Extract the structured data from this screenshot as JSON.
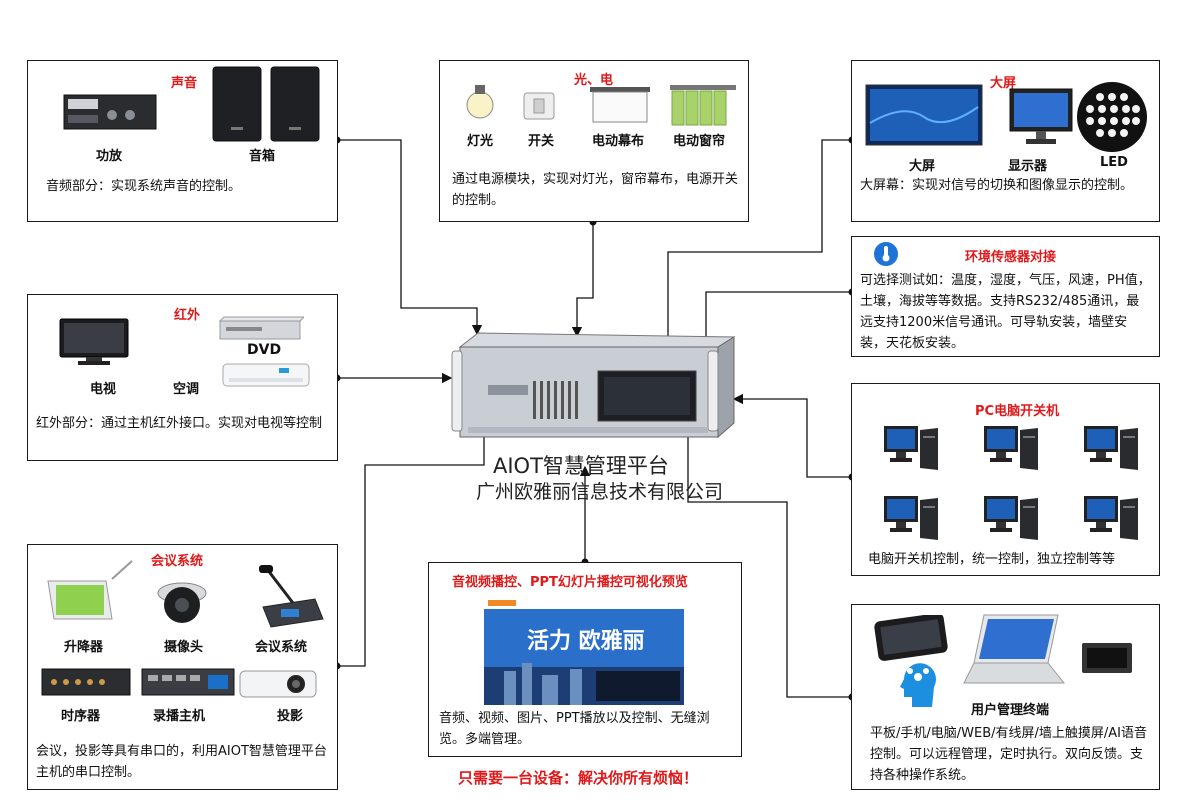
{
  "center": {
    "title": "AIOT智慧管理平台",
    "company": "广州欧雅丽信息技术有限公司"
  },
  "panels": {
    "sound": {
      "title": "声音",
      "labels": [
        "功放",
        "音箱"
      ],
      "desc": "音频部分：实现系统声音的控制。"
    },
    "light": {
      "title": "光、电",
      "labels": [
        "灯光",
        "开关",
        "电动幕布",
        "电动窗帘"
      ],
      "desc": "通过电源模块，实现对灯光，窗帘幕布，电源开关的控制。"
    },
    "screen": {
      "title": "大屏",
      "labels": [
        "大屏",
        "显示器",
        "LED"
      ],
      "desc": "大屏幕：实现对信号的切换和图像显示的控制。"
    },
    "sensor": {
      "title": "环境传感器对接",
      "desc": "可选择测试如：温度，湿度，气压，风速，PH值，土壤，海拔等等数据。支持RS232/485通讯，最远支持1200米信号通讯。可导轨安装，墙壁安装，天花板安装。"
    },
    "ir": {
      "title": "红外",
      "labels": [
        "电视",
        "DVD",
        "空调"
      ],
      "desc": "红外部分：通过主机红外接口。实现对电视等控制"
    },
    "pc": {
      "title": "PC电脑开关机",
      "desc": "电脑开关机控制，统一控制，独立控制等等"
    },
    "meeting": {
      "title": "会议系统",
      "labels": [
        "升降器",
        "摄像头",
        "会议系统",
        "时序器",
        "录播主机",
        "投影"
      ],
      "desc": "会议，投影等具有串口的，利用AIOT智慧管理平台主机的串口控制。"
    },
    "media": {
      "title": "音视频播控、PPT幻灯片播控可视化预览",
      "desc": "音频、视频、图片、PPT播放以及控制、无缝浏览。多端管理。",
      "preview_text": "活力 欧雅丽"
    },
    "terminal": {
      "title": "用户管理终端",
      "desc": "平板/手机/电脑/WEB/有线屏/墙上触摸屏/AI语音控制。可以远程管理，定时执行。双向反馈。支持各种操作系统。"
    }
  },
  "footer": "只需要一台设备：解决你所有烦恼！",
  "colors": {
    "title_red": "#e01a1a",
    "line": "#111111",
    "screen_blue": "#1e5fb8"
  }
}
